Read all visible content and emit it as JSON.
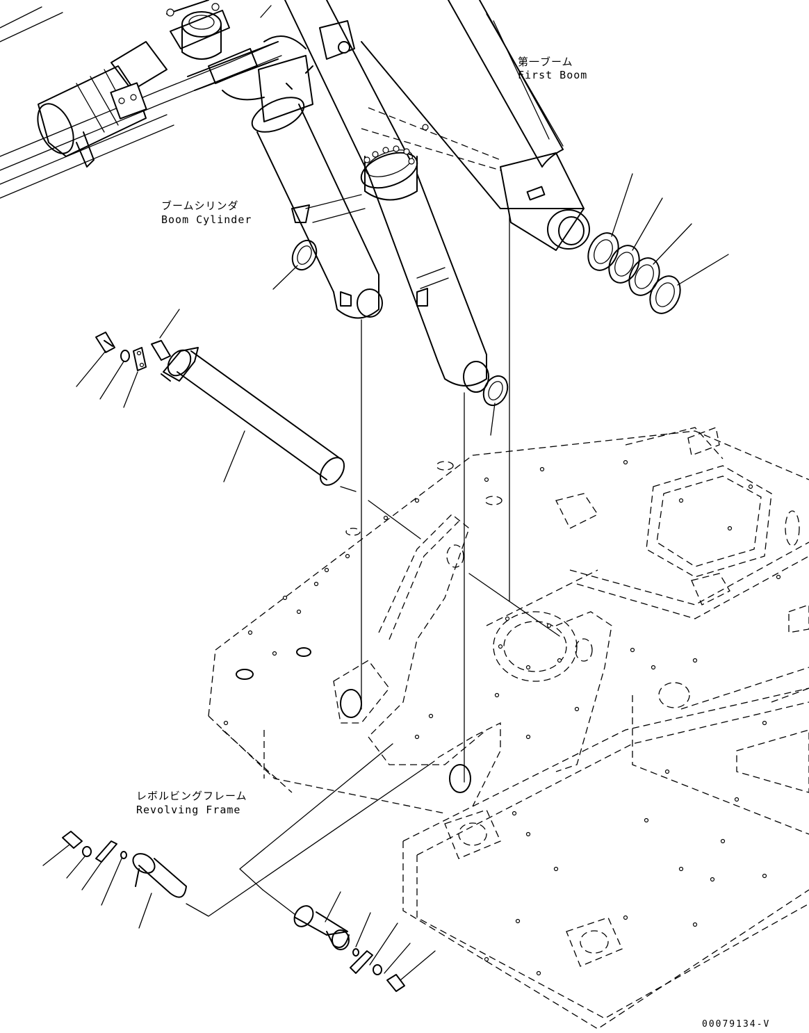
{
  "labels": {
    "first_boom_jp": "第一ブーム",
    "first_boom_en": "First Boom",
    "boom_cylinder_jp": "ブームシリンダ",
    "boom_cylinder_en": "Boom Cylinder",
    "revolving_frame_jp": "レボルビングフレーム",
    "revolving_frame_en": "Revolving Frame"
  },
  "drawing_number": "00079134-V"
}
